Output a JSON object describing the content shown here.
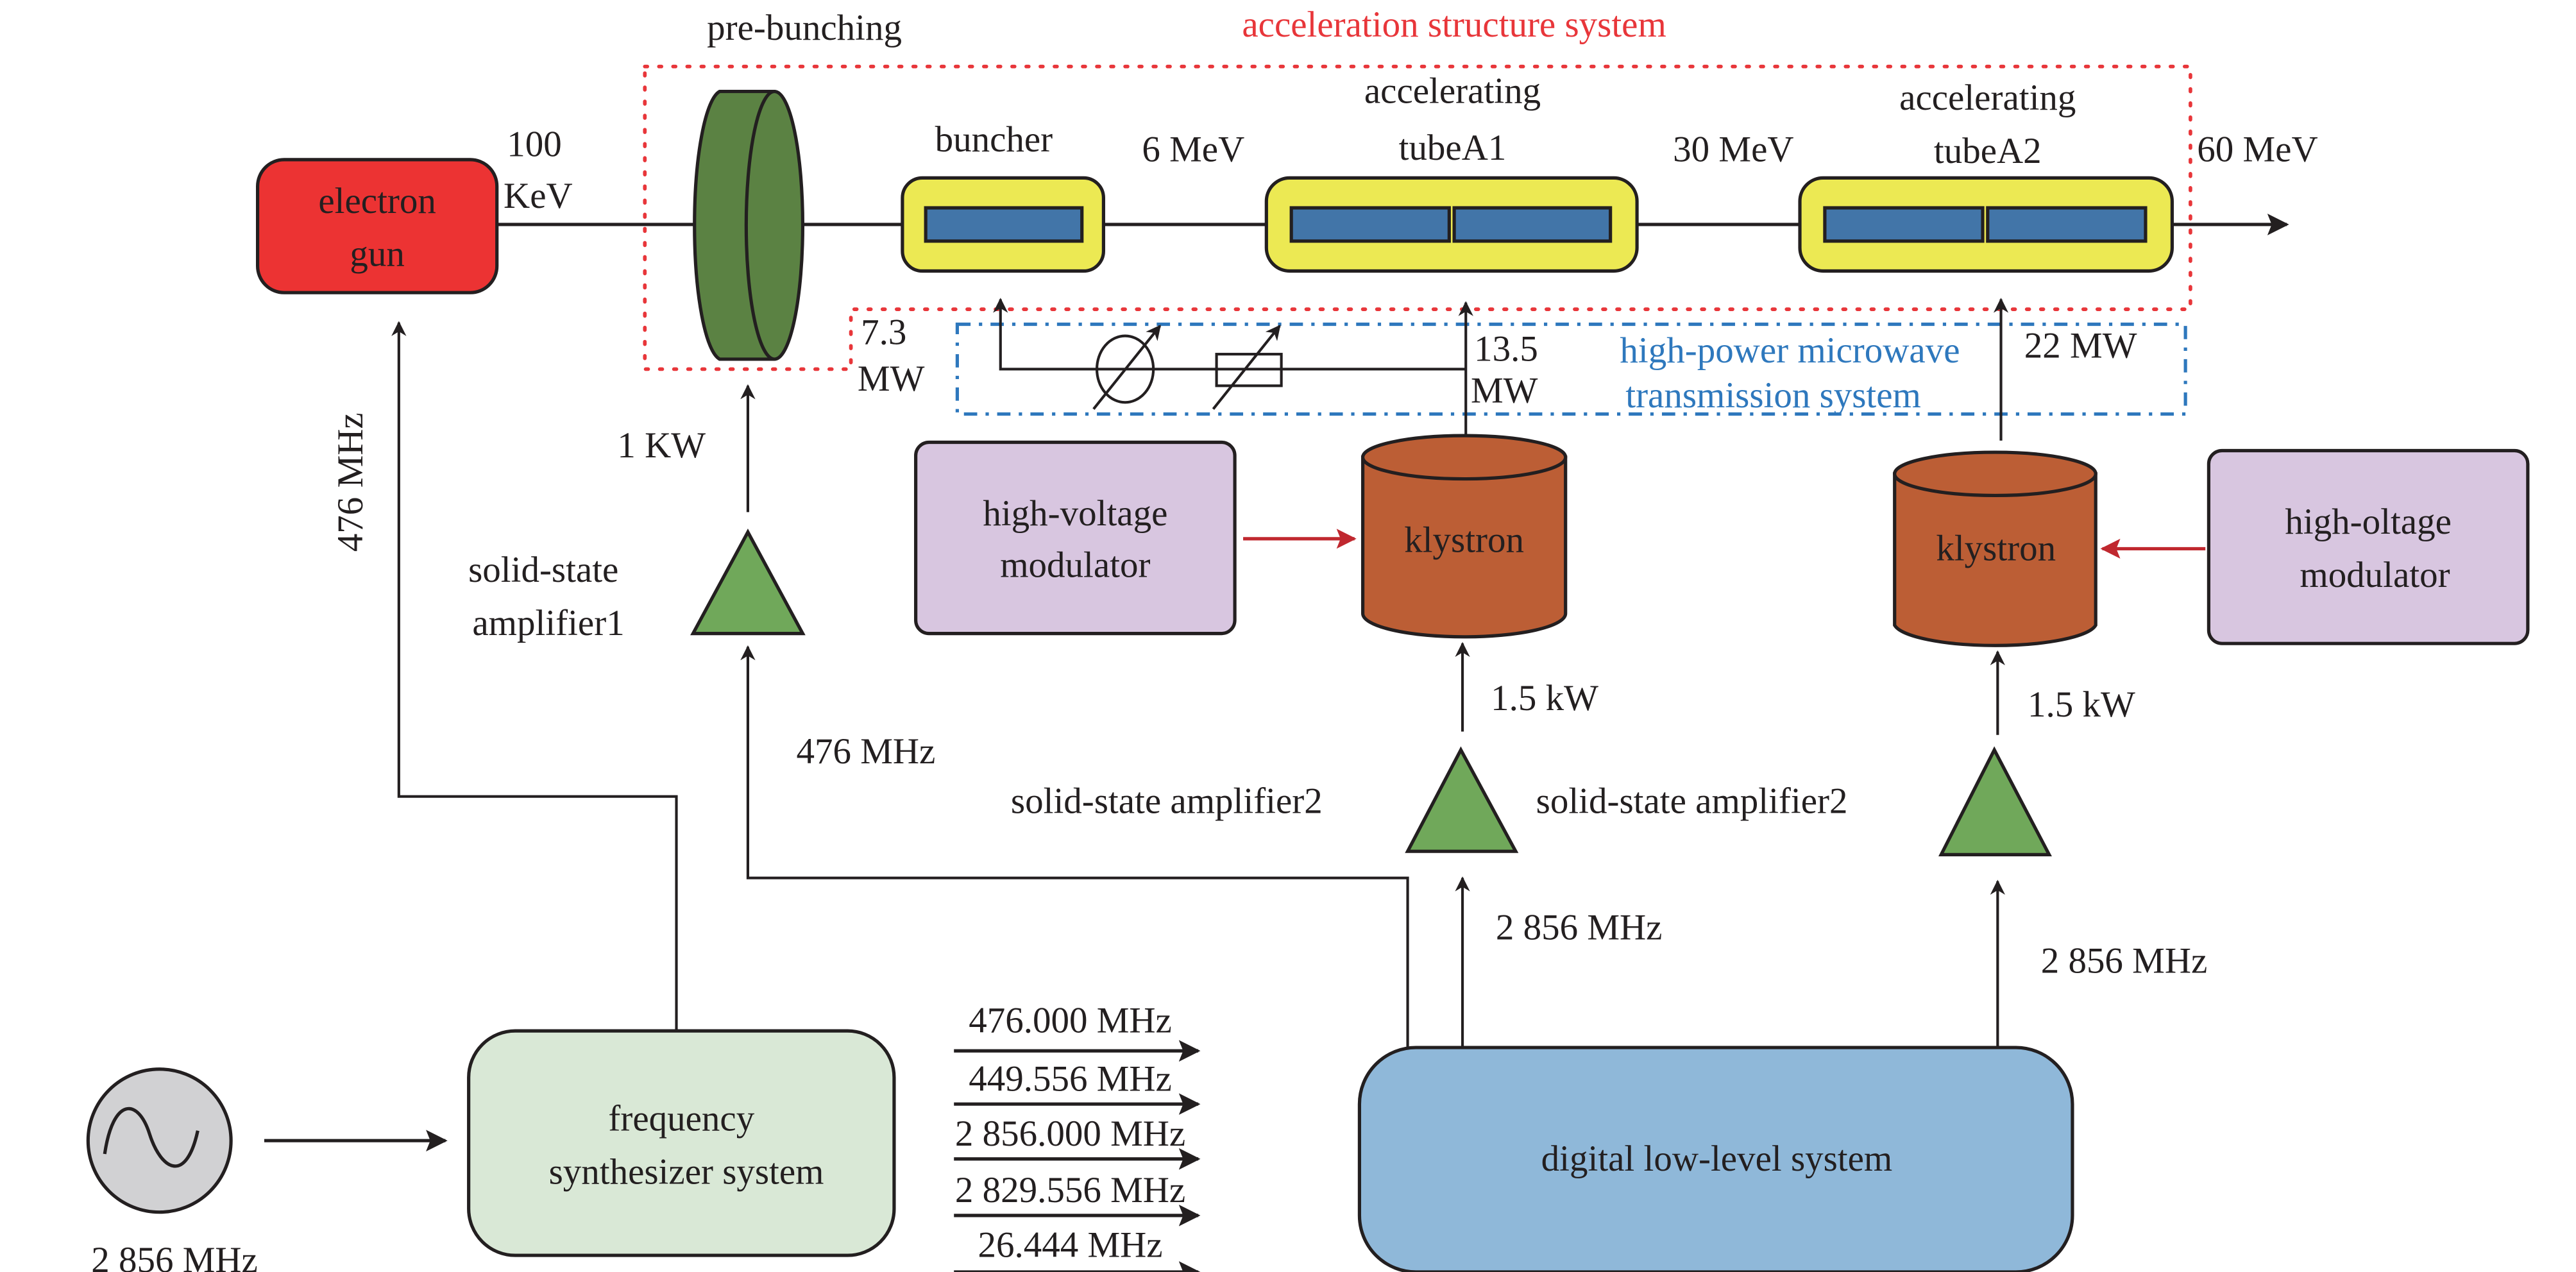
{
  "diagram": {
    "colors": {
      "electron_gun": "#ec3333",
      "prebuncher": "#5b8243",
      "cavity_body": "#ece953",
      "cavity_core": "#4275a8",
      "modulator": "#d8c6e0",
      "klystron": "#bc5e35",
      "amplifier": "#70a85a",
      "oscillator": "#d1d1d3",
      "synthesizer": "#d9e8d6",
      "llrf": "#8fb8d9",
      "acceleration_box": "#e8363a",
      "microwave_box": "#2e78bd",
      "modulator_arrow": "#c0282f"
    },
    "groups": {
      "acceleration_structure": "acceleration structure system",
      "microwave_transmission": [
        "high-power microwave",
        "transmission system"
      ]
    },
    "components": {
      "electron_gun": [
        "electron",
        "gun"
      ],
      "prebunching": "pre-bunching",
      "buncher": "buncher",
      "tube_a1": [
        "accelerating",
        "tubeA1"
      ],
      "tube_a2": [
        "accelerating",
        "tubeA2"
      ],
      "modulator_1": [
        "high-voltage",
        "modulator"
      ],
      "modulator_2": [
        "high-oltage",
        "modulator"
      ],
      "klystron_1": "klystron",
      "klystron_2": "klystron",
      "amplifier_1": [
        "solid-state",
        "amplifier1"
      ],
      "amplifier_2_left": "solid-state amplifier2",
      "amplifier_2_right": "solid-state amplifier2",
      "synthesizer": [
        "frequency",
        "synthesizer system"
      ],
      "llrf": "digital low-level system"
    },
    "energies": {
      "gun_output": [
        "100",
        "KeV"
      ],
      "after_buncher": "6 MeV",
      "after_a1": "30 MeV",
      "after_a2": "60 MeV"
    },
    "powers": {
      "buncher_feed": [
        "7.3",
        "MW"
      ],
      "a1_feed": [
        "13.5",
        "MW"
      ],
      "a2_feed": "22 MW",
      "amp1_output": "1 KW",
      "amp2_output": "1.5 kW",
      "amp3_output": "1.5 kW"
    },
    "frequencies": {
      "gun_drive": "476 MHz",
      "amp1_input": "476 MHz",
      "amp2_input": "2 856 MHz",
      "amp3_input": "2 856 MHz",
      "oscillator": "2 856 MHz",
      "synth_outputs": [
        "476.000 MHz",
        "449.556 MHz",
        "2 856.000 MHz",
        "2 829.556 MHz",
        "26.444 MHz"
      ]
    }
  }
}
